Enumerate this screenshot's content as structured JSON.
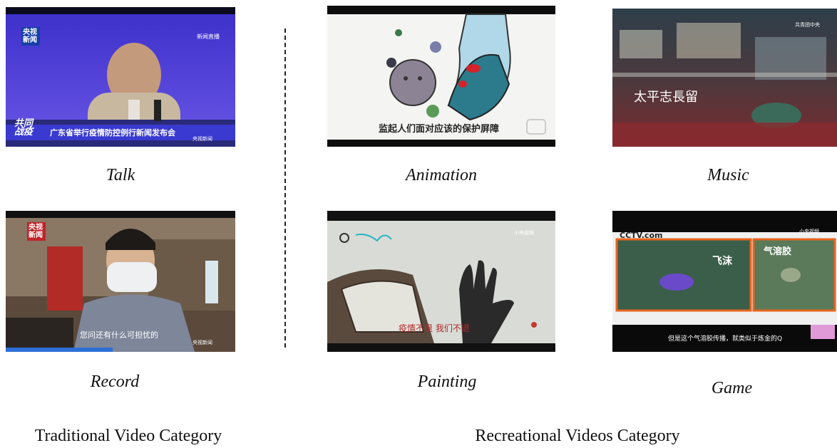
{
  "traditional": {
    "heading": "Traditional Video Category",
    "items": [
      {
        "caption": "Talk",
        "logo": "央视新闻",
        "banner_tag": "共同战疫",
        "banner_text": "广东省举行疫情防控例行新闻发布会",
        "corner_text": "新闻直播",
        "bottom_text": "央视新闻"
      },
      {
        "caption": "Record",
        "logo": "央视新闻",
        "subtitle": "您问还有什么可担忧的",
        "bottom_text": "央视新闻"
      }
    ]
  },
  "recreational": {
    "heading": "Recreational Videos Category",
    "items": [
      {
        "caption": "Animation",
        "subtitle": "监起人们面对应该的保护屏障"
      },
      {
        "caption": "Music",
        "title_text": "太平志長留",
        "corner_text": "共青团中央"
      },
      {
        "caption": "Painting",
        "subtitle": "疫情不退 我们不退",
        "corner_text": "小央视频"
      },
      {
        "caption": "Game",
        "logo": "CCTV.com",
        "label_left": "飞沫",
        "label_right": "气溶胶",
        "subtitle": "但是这个气溶胶传播，就类似于炼金的Q",
        "corner_text": "小央视频"
      }
    ]
  },
  "colors": {
    "accent_orange": "#e8641e",
    "banner_blue": "#3a3ad0",
    "talk_bg": "#4d3fd8"
  }
}
